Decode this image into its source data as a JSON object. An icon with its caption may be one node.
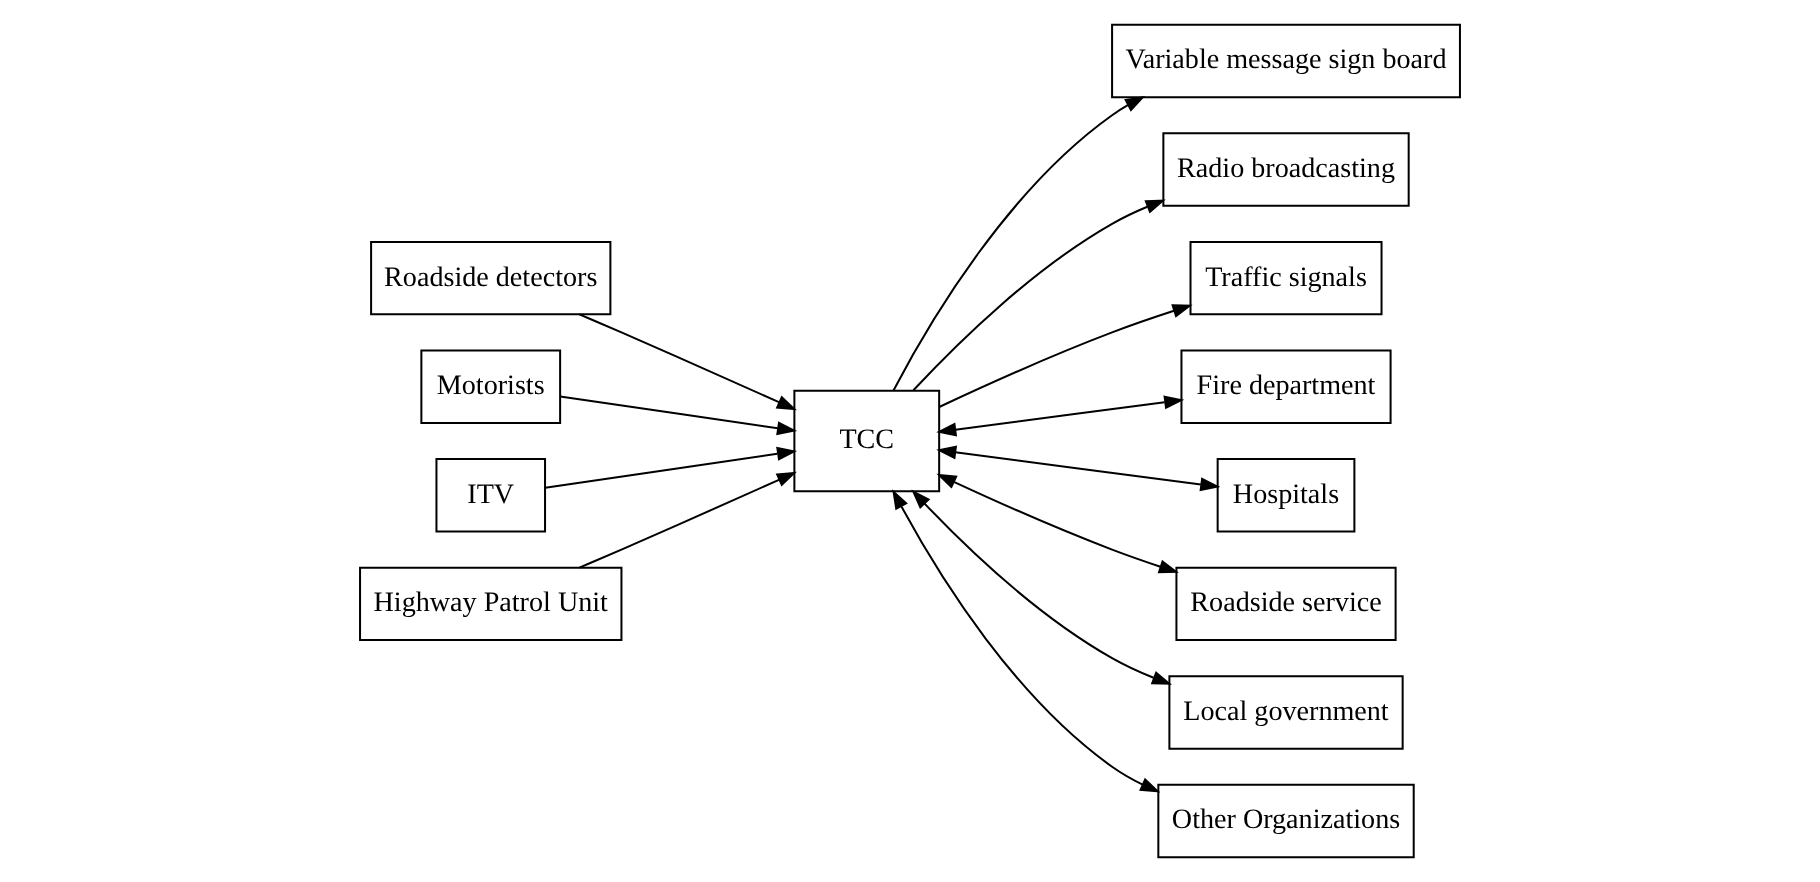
{
  "diagram": {
    "nodes": [
      {
        "text": [
          "Roadside detectors"
        ]
      },
      {
        "text": [
          "Motorists"
        ]
      },
      {
        "text": [
          "ITV"
        ]
      },
      {
        "text": [
          "Highway Patrol Unit"
        ]
      },
      {
        "text": [
          "TCC"
        ]
      },
      {
        "text": [
          "Variable message sign board"
        ]
      },
      {
        "text": [
          "Radio broadcasting"
        ]
      },
      {
        "text": [
          "Traffic signals"
        ]
      },
      {
        "text": [
          "Fire department"
        ]
      },
      {
        "text": [
          "Hospitals"
        ]
      },
      {
        "text": [
          "Roadside service"
        ]
      },
      {
        "text": [
          "Local government"
        ]
      },
      {
        "text": [
          "Other Organizations"
        ]
      }
    ],
    "edges": [
      {
        "from": 0,
        "to": 4,
        "arrow": "to"
      },
      {
        "from": 1,
        "to": 4,
        "arrow": "to"
      },
      {
        "from": 2,
        "to": 4,
        "arrow": "to"
      },
      {
        "from": 3,
        "to": 4,
        "arrow": "to"
      },
      {
        "from": 4,
        "to": 5,
        "arrow": "to"
      },
      {
        "from": 4,
        "to": 6,
        "arrow": "to"
      },
      {
        "from": 4,
        "to": 7,
        "arrow": "to"
      },
      {
        "from": 4,
        "to": 8,
        "arrow": "both"
      },
      {
        "from": 4,
        "to": 9,
        "arrow": "both"
      },
      {
        "from": 4,
        "to": 10,
        "arrow": "both"
      },
      {
        "from": 4,
        "to": 11,
        "arrow": "both"
      },
      {
        "from": 4,
        "to": 12,
        "arrow": "both"
      }
    ]
  }
}
